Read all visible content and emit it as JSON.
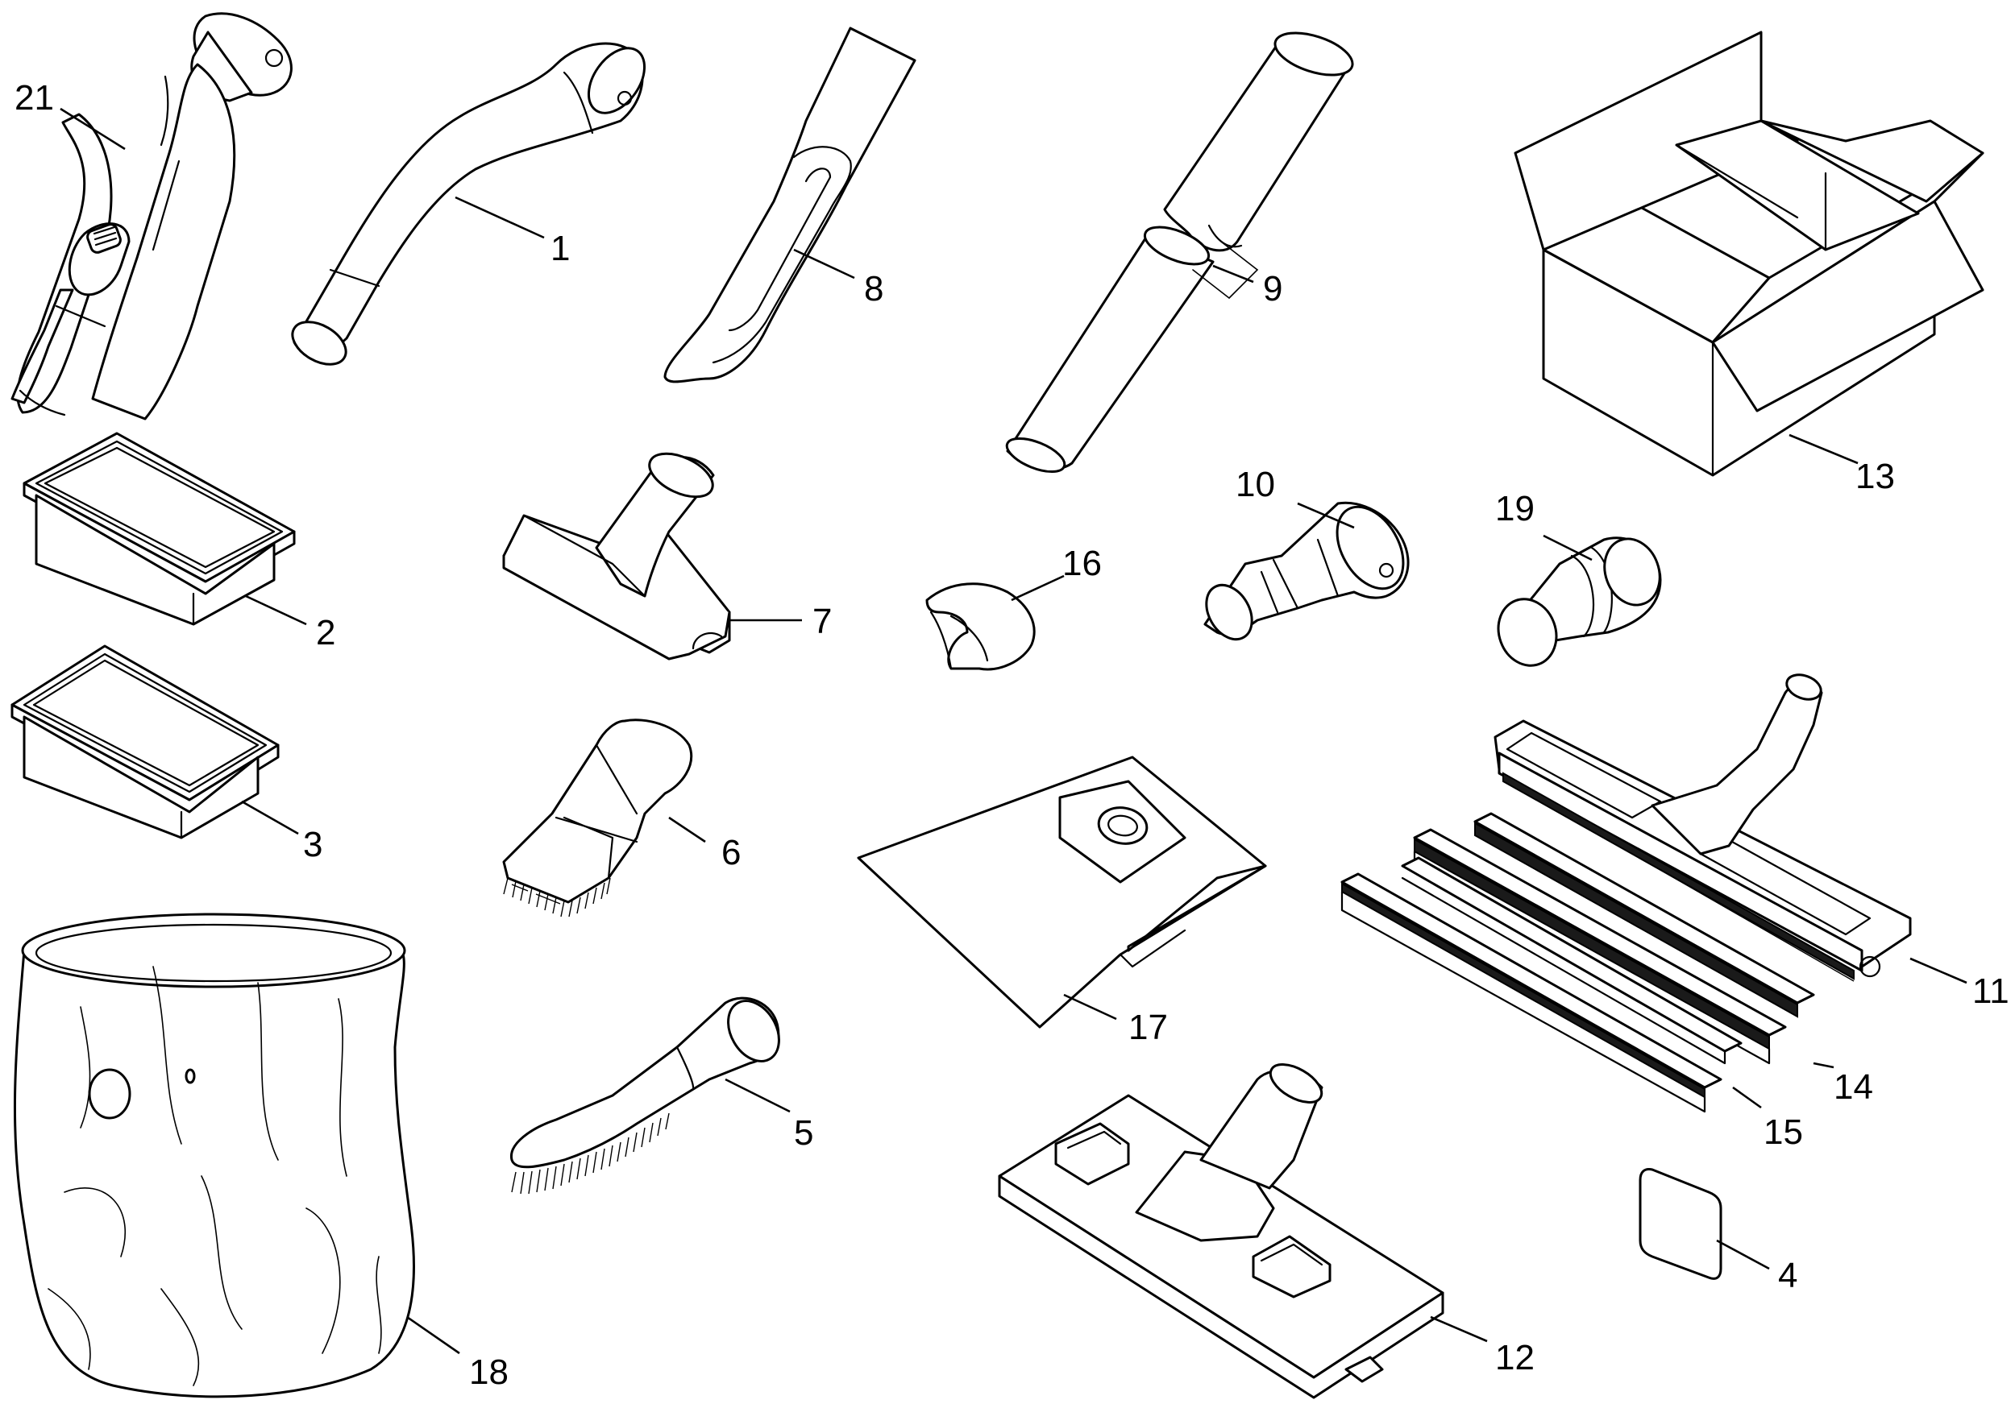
{
  "parts": [
    {
      "id": "part-21",
      "number": "21"
    },
    {
      "id": "part-1",
      "number": "1"
    },
    {
      "id": "part-8",
      "number": "8"
    },
    {
      "id": "part-9",
      "number": "9"
    },
    {
      "id": "part-13",
      "number": "13"
    },
    {
      "id": "part-2",
      "number": "2"
    },
    {
      "id": "part-3",
      "number": "3"
    },
    {
      "id": "part-7",
      "number": "7"
    },
    {
      "id": "part-16",
      "number": "16"
    },
    {
      "id": "part-10",
      "number": "10"
    },
    {
      "id": "part-19",
      "number": "19"
    },
    {
      "id": "part-6",
      "number": "6"
    },
    {
      "id": "part-17",
      "number": "17"
    },
    {
      "id": "part-11",
      "number": "11"
    },
    {
      "id": "part-14",
      "number": "14"
    },
    {
      "id": "part-15",
      "number": "15"
    },
    {
      "id": "part-5",
      "number": "5"
    },
    {
      "id": "part-18",
      "number": "18"
    },
    {
      "id": "part-12",
      "number": "12"
    },
    {
      "id": "part-4",
      "number": "4"
    }
  ]
}
